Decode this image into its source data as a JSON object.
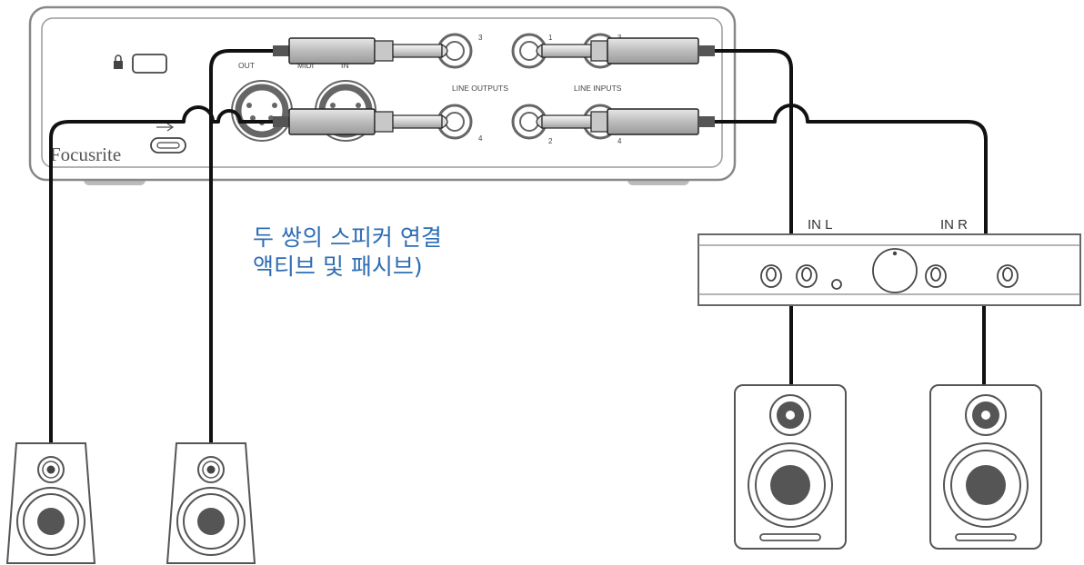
{
  "caption": {
    "line1": "두 쌍의 스피커 연결",
    "line2": "액티브 및 패시브)"
  },
  "interface": {
    "brand": "Focusrite",
    "midi_out_label": "OUT",
    "midi_label": "MIDI",
    "midi_in_label": "IN",
    "line_outputs_label": "LINE OUTPUTS",
    "line_inputs_label": "LINE INPUTS",
    "jack_numbers": {
      "out_top": "3",
      "out_bottom": "4",
      "in_left_top": "1",
      "in_right_top": "3",
      "in_left_bottom": "2",
      "in_right_bottom": "4"
    }
  },
  "amplifier": {
    "in_left_label": "IN L",
    "in_right_label": "IN R"
  },
  "icons": [
    "lock-icon",
    "usb-icon",
    "midi-connector-icon",
    "speaker-icon",
    "jack-plug-icon"
  ],
  "colors": {
    "line": "#555555",
    "cable": "#111111",
    "plug": "#bdbdbd",
    "caption": "#2e6db4"
  }
}
